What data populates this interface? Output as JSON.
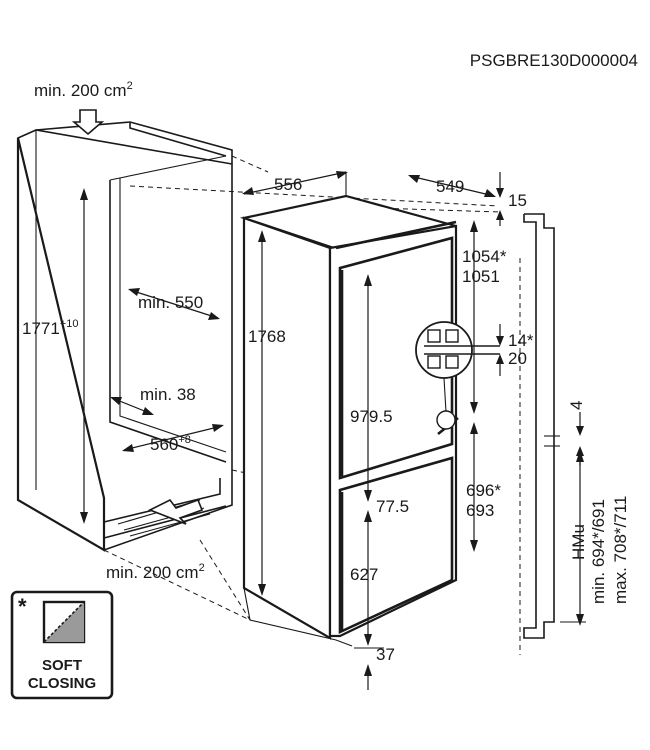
{
  "product_code": "PSGBRE130D000004",
  "ventilation": {
    "top": "min. 200 cm",
    "bottom": "min. 200 cm",
    "superscript": "2"
  },
  "niche": {
    "height": "1771",
    "height_tolerance": "+10",
    "depth_min": "min. 550",
    "gap_min": "min. 38",
    "width": "560",
    "width_tolerance": "+8"
  },
  "appliance": {
    "width": "556",
    "depth": "549",
    "top_offset": "15",
    "height": "1768",
    "upper_door_alt": "1054*",
    "upper_door": "1051",
    "hinge_gap_alt": "14*",
    "hinge_gap": "20",
    "upper_height": "979.5",
    "door_gap": "4",
    "lower_door_alt": "696*",
    "lower_door": "693",
    "divider": "77.5",
    "lower_height": "627",
    "bottom_offset": "37"
  },
  "furniture_door": {
    "label": "HMu",
    "min": "min. 694*/691",
    "max": "max. 708*/711"
  },
  "badge": {
    "asterisk": "*",
    "line1": "SOFT",
    "line2": "CLOSING"
  }
}
